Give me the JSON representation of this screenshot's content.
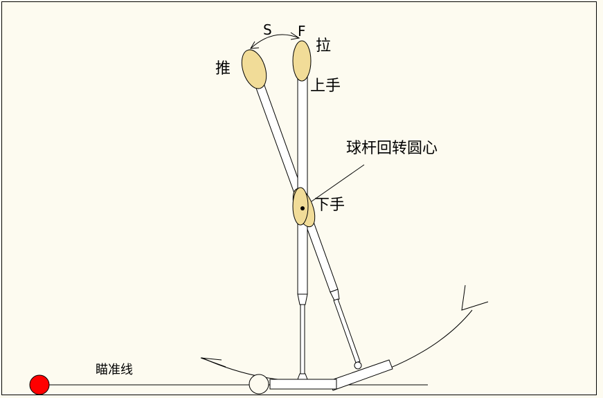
{
  "diagram": {
    "labels": {
      "s_mark": "S",
      "f_mark": "F",
      "push": "推",
      "pull": "拉",
      "upper_hand": "上手",
      "pivot": "球杆回转圆心",
      "lower_hand": "下手",
      "aim_line": "瞄准线"
    },
    "colors": {
      "background": "#fdfbf0",
      "hand": "#f1dc98",
      "target_ball": "#ff0000",
      "line": "#000000",
      "shaft": "#ffffff"
    }
  }
}
